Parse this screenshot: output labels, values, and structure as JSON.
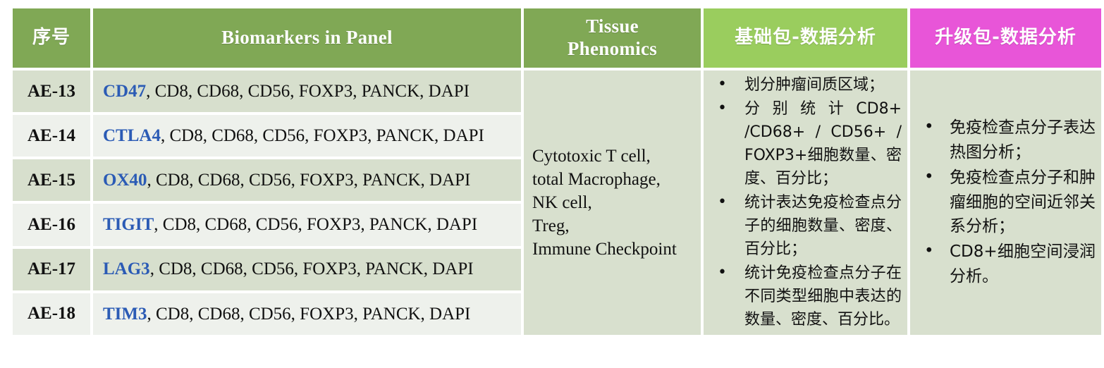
{
  "header": {
    "no_label": "序号",
    "biomarkers_label": "Biomarkers in Panel",
    "tissue_label_line1": "Tissue",
    "tissue_label_line2": "Phenomics",
    "basic_label": "基础包-数据分析",
    "upgrade_label": "升级包-数据分析"
  },
  "colors": {
    "header_green": "#80a855",
    "header_light_green": "#9acd5e",
    "header_magenta": "#e855d8",
    "row_odd": "#d7dfcd",
    "row_even": "#eef1ec",
    "merged_cell": "#d8e0ce",
    "biomarker_highlight": "#2b5bb5",
    "text": "#111111"
  },
  "rows": [
    {
      "no": "AE-13",
      "lead": "CD47",
      "rest": ", CD8, CD68, CD56, FOXP3, PANCK, DAPI"
    },
    {
      "no": "AE-14",
      "lead": "CTLA4",
      "rest": ", CD8, CD68, CD56, FOXP3, PANCK, DAPI"
    },
    {
      "no": "AE-15",
      "lead": "OX40",
      "rest": ", CD8, CD68, CD56, FOXP3, PANCK, DAPI"
    },
    {
      "no": "AE-16",
      "lead": "TIGIT",
      "rest": ", CD8, CD68, CD56, FOXP3, PANCK, DAPI"
    },
    {
      "no": "AE-17",
      "lead": "LAG3",
      "rest": ", CD8, CD68, CD56, FOXP3, PANCK, DAPI"
    },
    {
      "no": "AE-18",
      "lead": "TIM3",
      "rest": ", CD8, CD68, CD56, FOXP3, PANCK, DAPI"
    }
  ],
  "tissue_phenomics": [
    "Cytotoxic T cell,",
    "total Macrophage,",
    "NK cell,",
    "Treg,",
    "Immune Checkpoint"
  ],
  "basic_package_items": [
    "划分肿瘤间质区域；",
    "分别统计CD8+ /CD68+ / CD56+ / FOXP3+细胞数量、密度、百分比；",
    "统计表达免疫检查点分子的细胞数量、密度、百分比；",
    "统计免疫检查点分子在不同类型细胞中表达的数量、密度、百分比。"
  ],
  "upgrade_package_items": [
    "免疫检查点分子表达热图分析；",
    "免疫检查点分子和肿瘤细胞的空间近邻关系分析；",
    "CD8+细胞空间浸润分析。"
  ]
}
